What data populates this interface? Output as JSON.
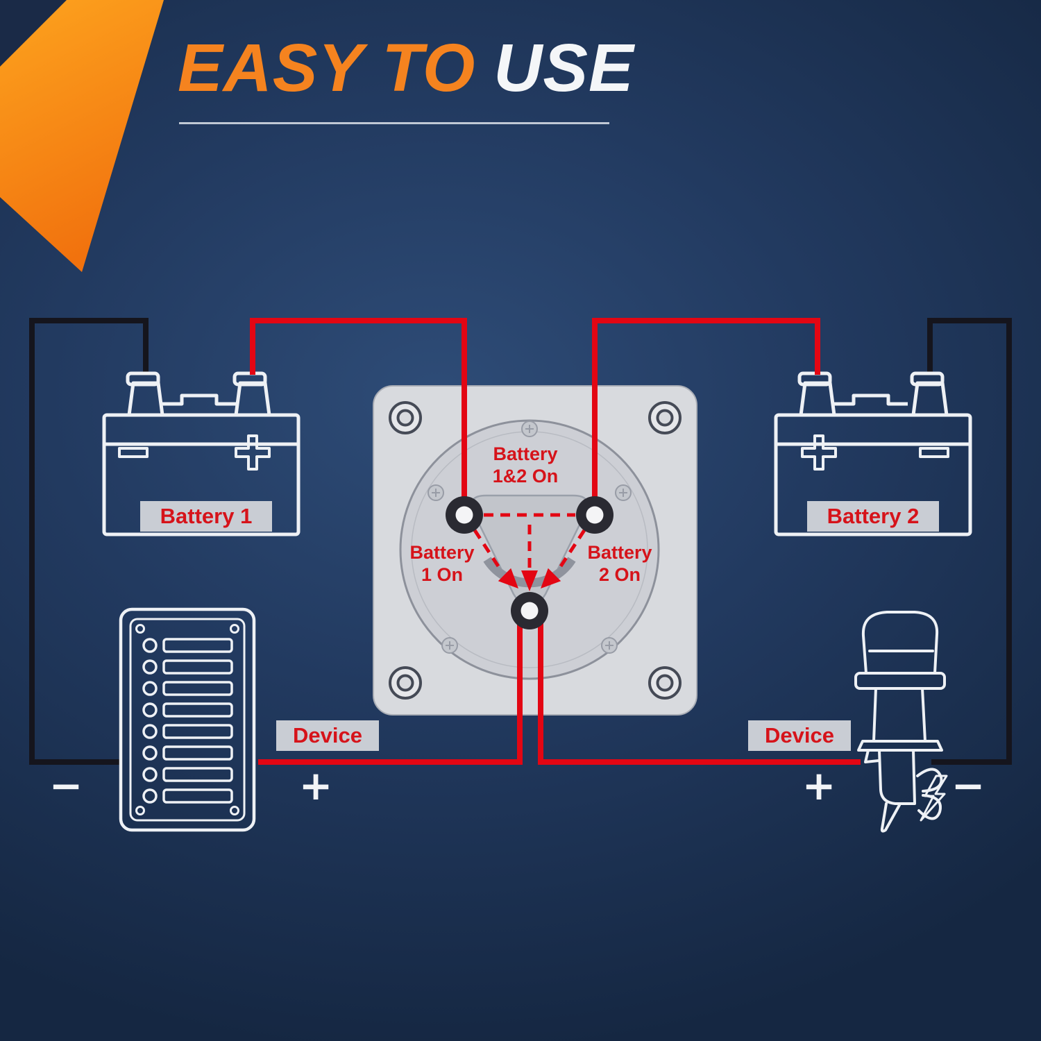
{
  "title": {
    "highlight": "EASY TO",
    "rest": "USE"
  },
  "batteries": {
    "battery1_label": "Battery 1",
    "battery2_label": "Battery 2"
  },
  "switch": {
    "position_both": "Battery\n1&2 On",
    "position_1": "Battery\n1 On",
    "position_2": "Battery\n2 On"
  },
  "devices": {
    "left_label": "Device",
    "right_label": "Device"
  },
  "polarity": {
    "left_minus": "−",
    "left_plus": "+",
    "right_plus": "+",
    "right_minus": "−"
  },
  "colors": {
    "background_navy": "#223a60",
    "accent_orange": "#f5831f",
    "title_white": "#f4f6f8",
    "wire_red": "#e30613",
    "wire_black": "#15151d",
    "label_red": "#d6131a",
    "label_bg": "#c9cdd4",
    "line_art_white": "#eef1f5",
    "plate_gray": "#d8dade"
  }
}
